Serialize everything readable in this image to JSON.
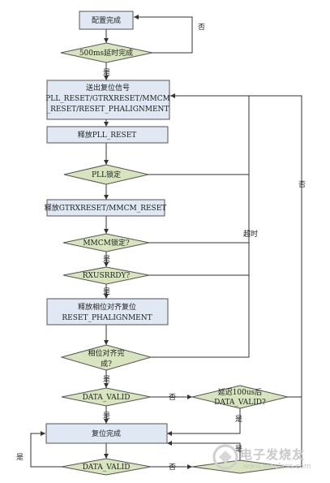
{
  "nodes": {
    "config_done": "配置完成",
    "delay_500ms": "500ms延时完成",
    "issue_reset_1": "送出复位信号",
    "issue_reset_2": "PLL_RESET/GTRXRESET/MMCM",
    "issue_reset_3": "_RESET/RESET_PHALIGNMENT",
    "release_pll": "释放PLL_RESET",
    "pll_locked": "PLL锁定",
    "release_gtrx": "释放GTRXRESET/MMCM_RESET",
    "mmcm_locked": "MMCM锁定?",
    "rxusrrdy": "RXUSRRDY?",
    "release_phase_1": "释放相位对齐复位",
    "release_phase_2": "RESET_PHALIGNMENT",
    "phase_done_1": "相位对齐完",
    "phase_done_2": "成?",
    "data_valid_1": "DATA_VALID",
    "delay_100us_1": "延迟100us后",
    "delay_100us_2": "DATA_VALID?",
    "reset_done": "复位完成",
    "data_valid_2": "DATA_VALID"
  },
  "labels": {
    "no": "否",
    "yes": "是",
    "timeout": "超时"
  },
  "watermark": {
    "text": "电子发烧友",
    "url": "www.elecfans.com"
  },
  "colors": {
    "box_fill": "#dfe8f3",
    "diamond_fill": "#d7e4bd",
    "stroke": "#555555"
  }
}
